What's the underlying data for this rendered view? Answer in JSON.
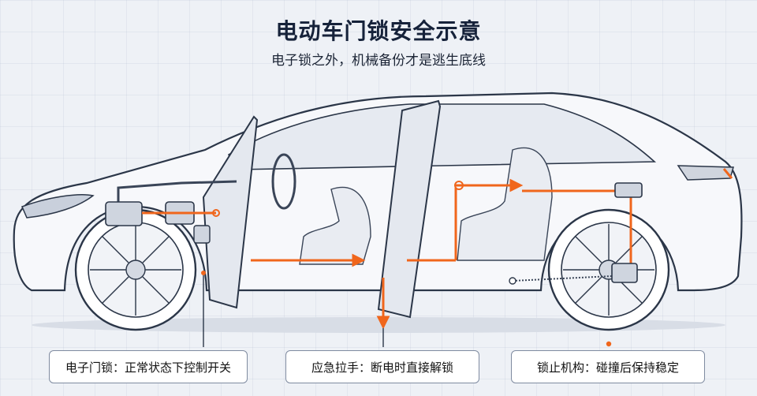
{
  "title": "电动车门锁安全示意",
  "subtitle": "电子锁之外，机械备份才是逃生底线",
  "callouts": [
    {
      "id": "electronic-lock",
      "text": "电子门锁：正常状态下控制开关"
    },
    {
      "id": "emergency-handle",
      "text": "应急拉手：断电时直接解锁"
    },
    {
      "id": "lock-stop",
      "text": "锁止机构：碰撞后保持稳定"
    }
  ],
  "colors": {
    "accent": "#f0661c",
    "outline": "#2b3648",
    "background": "#eef1f6"
  }
}
